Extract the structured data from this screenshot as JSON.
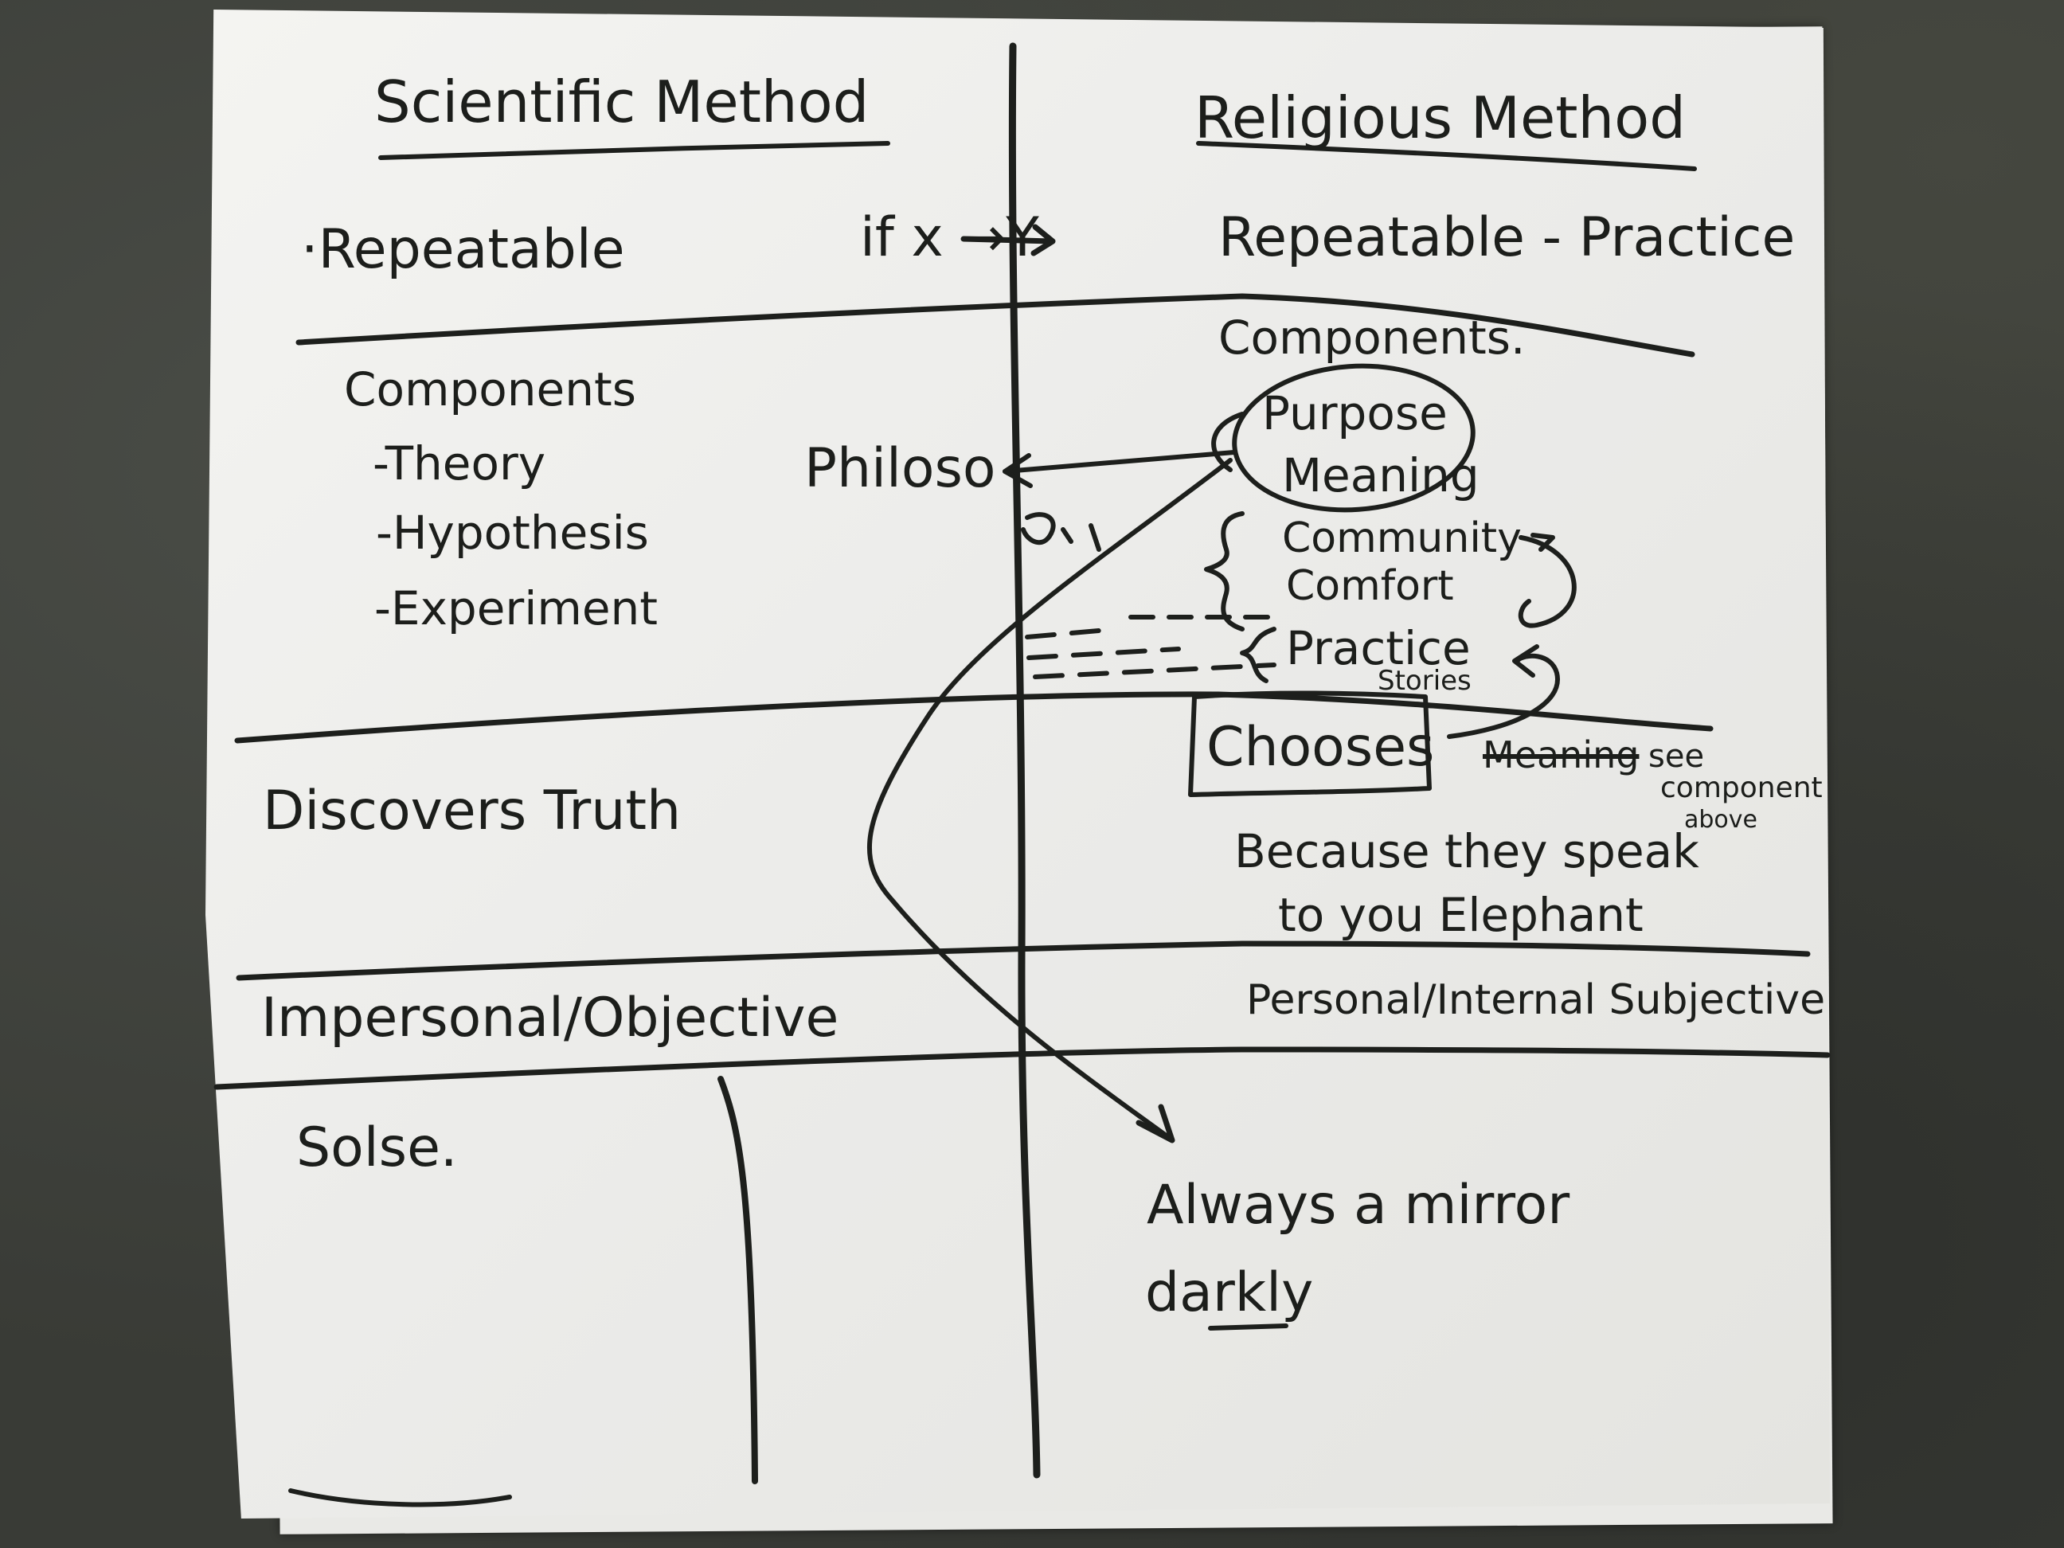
{
  "board": {
    "left_title": "Scientific Method",
    "right_title": "Religious Method"
  },
  "rows": {
    "repeatable": {
      "left": "·Repeatable",
      "middle": "if x →Y",
      "right": "Repeatable - Practice"
    },
    "components": {
      "left_heading": "Components",
      "left_items": [
        "-Theory",
        "-Hypothesis",
        "-Experiment"
      ],
      "right_heading": "Components.",
      "purpose": "Purpose",
      "meaning": "Meaning",
      "community": "Community",
      "comfort": "Comfort",
      "practice": "Practice",
      "stories": "Stories",
      "philosophy": "Philoso"
    },
    "truth": {
      "left": "Discovers Truth",
      "chooses": "Chooses",
      "crossed": "Meaning",
      "see_note": [
        "see",
        "component",
        "above"
      ],
      "because_line1": "Because they speak",
      "because_line2": "to you Elephant"
    },
    "objectivity": {
      "left": "Impersonal/Objective",
      "right": "Personal/Internal Subjective"
    },
    "bottom": {
      "left": "Solse.",
      "right_line1": "Always a mirror",
      "right_line2": "darkly"
    }
  }
}
